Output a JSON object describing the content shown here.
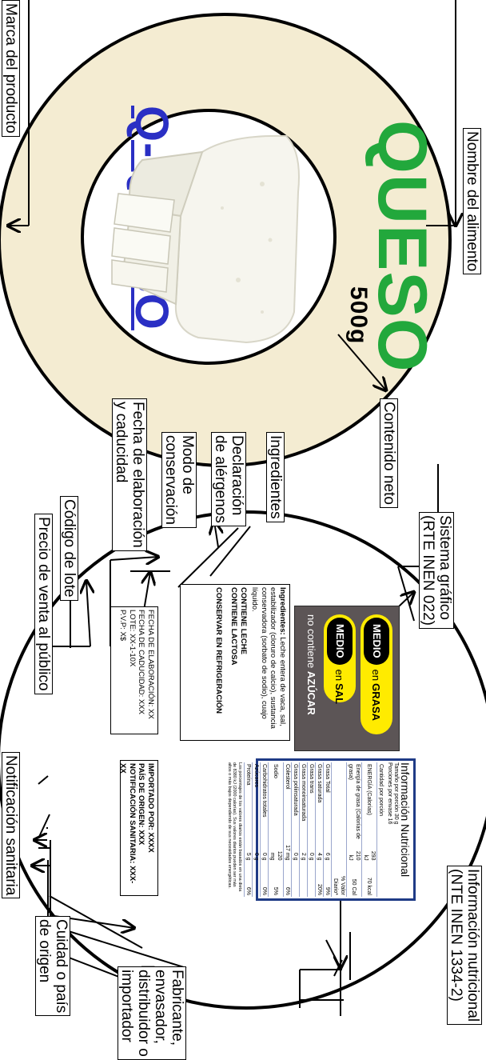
{
  "product": {
    "name": "QUESO",
    "brand": "Q-QUESO",
    "weight": "500g"
  },
  "labels": {
    "nombre": "Nombre del alimento",
    "marca": "Marca del producto",
    "contenido": "Contenido neto",
    "sistema": [
      "Sistema gráfico",
      "(RTE INEN 022)"
    ],
    "info_nutri": [
      "Información nutricional",
      "(NTE INEN 1334-2)"
    ],
    "ingredientes": "Ingredientes",
    "alergenos": [
      "Declaración",
      "de alérgenos"
    ],
    "conservacion": [
      "Modo de",
      "conservación"
    ],
    "fecha": [
      "Fecha de elaboración",
      "y caducidad"
    ],
    "lote": "Código de lote",
    "precio": "Precio de venta al público",
    "notificacion": "Notificación sanitaria",
    "ciudad": [
      "Cuidad o país",
      "de origen"
    ],
    "fabricante": [
      "Fabricante,",
      "envasador,",
      "distribuidor o",
      "importador"
    ]
  },
  "traffic": {
    "grasa_level": "MEDIO",
    "grasa_en": "en",
    "grasa_word": "GRASA",
    "sal_level": "MEDIO",
    "sal_en": "en",
    "sal_word": "SAL",
    "azucar_prefix": "no contiene",
    "azucar_word": "AZÚCAR"
  },
  "ingredients_text": {
    "title": "Ingredientes:",
    "body": "Leche entera de vaca, sal, estabilizador (cloruro de calcio), sustancia conservadora (sorbato de sodio), cuajo líquido.",
    "allergen1": "CONTIENE LECHE",
    "allergen2": "CONTIENE LACTOSA",
    "storage": "CONSERVAR EN REFRIGERACIÓN"
  },
  "dates": {
    "elab": "FECHA DE ELABORACIÓN: XX",
    "cad": "FECHA DE CADUCIDAD: XXX",
    "lote": "LOTE: XX-1-10X",
    "pvp": "P.V.P: X$"
  },
  "import": {
    "importado": "IMPORTADO POR: XXXX",
    "pais": "PAÍS DE ORIGEN: XXX",
    "notif": "NOTIFICACIÓN SANITARIA: XXX-XX"
  },
  "nutrition": {
    "title": "Información Nutricional",
    "serving1": "Tamaño por porción 30 g",
    "serving2": "Porciones por envase 16",
    "rows": [
      [
        "Cantidad por porción",
        "",
        ""
      ],
      [
        "ENERGÍA (Calorías)",
        "293 kJ",
        "70 kcal"
      ],
      [
        "Energía de grasa (Calorías de grasa)",
        "210 kJ",
        "50 Cal"
      ],
      [
        "",
        "",
        "% Valor Diario*"
      ],
      [
        "Grasa Total",
        "6 g",
        "9%"
      ],
      [
        "Grasa saturada",
        "4 g",
        "20%"
      ],
      [
        "Grasa trans",
        "0 g",
        ""
      ],
      [
        "Grasa monoinsaturada",
        "2 g",
        ""
      ],
      [
        "Grasa poliinsaturada",
        "0 g",
        ""
      ],
      [
        "Colesterol",
        "17 mg",
        "6%"
      ],
      [
        "Sodio",
        "120 mg",
        "5%"
      ],
      [
        "Carbohidratos totales",
        "0 g",
        "0%"
      ],
      [
        "Azúcares",
        "0 g",
        ""
      ],
      [
        "Proteína",
        "5 g",
        "6%"
      ]
    ],
    "foot": "Los porcentajes de los valores diarios están basados en una dieta de 8380 kJ (2000 calorías). Sus valores diarios pueden ser más altos o más bajos dependiendo de sus necesidades energéticas."
  },
  "colors": {
    "green": "#22a83c",
    "blue": "#2a2fc4",
    "ring": "#f4ecd2",
    "yellow": "#ffeb00",
    "panel": "#5c5556",
    "nutri_border": "#1f3b86"
  }
}
